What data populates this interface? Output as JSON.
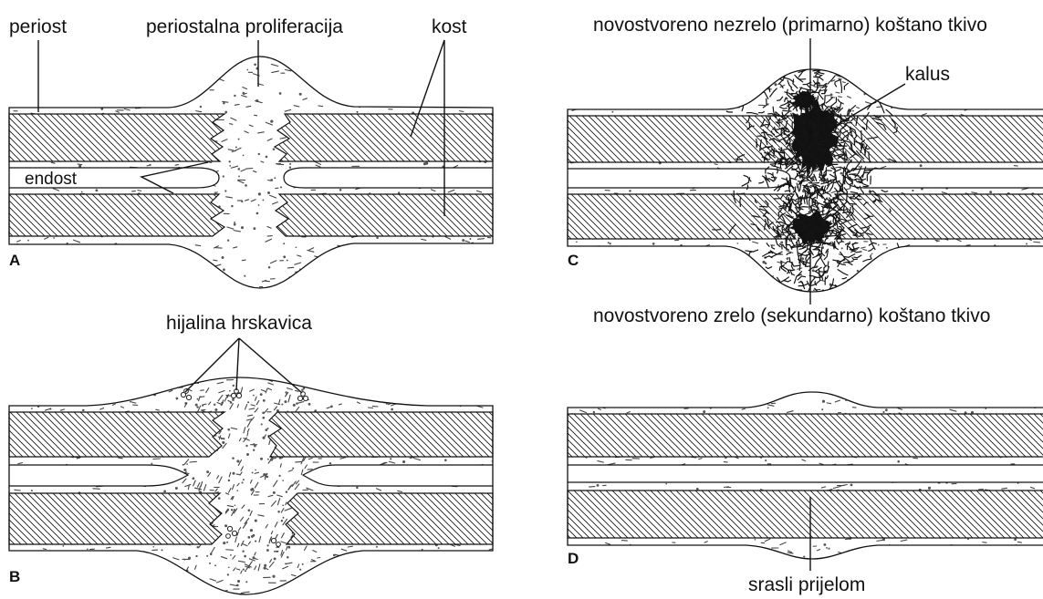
{
  "panels": {
    "a": {
      "letter": "A",
      "labels": {
        "periost": "periost",
        "proliferation": "periostalna proliferacija",
        "bone": "kost",
        "endost": "endost"
      }
    },
    "b": {
      "letter": "B",
      "labels": {
        "cartilage": "hijalina hrskavica"
      }
    },
    "c": {
      "letter": "C",
      "labels": {
        "primary_bone": "novostvoreno nezrelo (primarno) koštano tkivo",
        "callus": "kalus",
        "secondary_bone": "novostvoreno zrelo (sekundarno) koštano tkivo"
      }
    },
    "d": {
      "letter": "D",
      "labels": {
        "healed": "srasli prijelom"
      }
    }
  }
}
